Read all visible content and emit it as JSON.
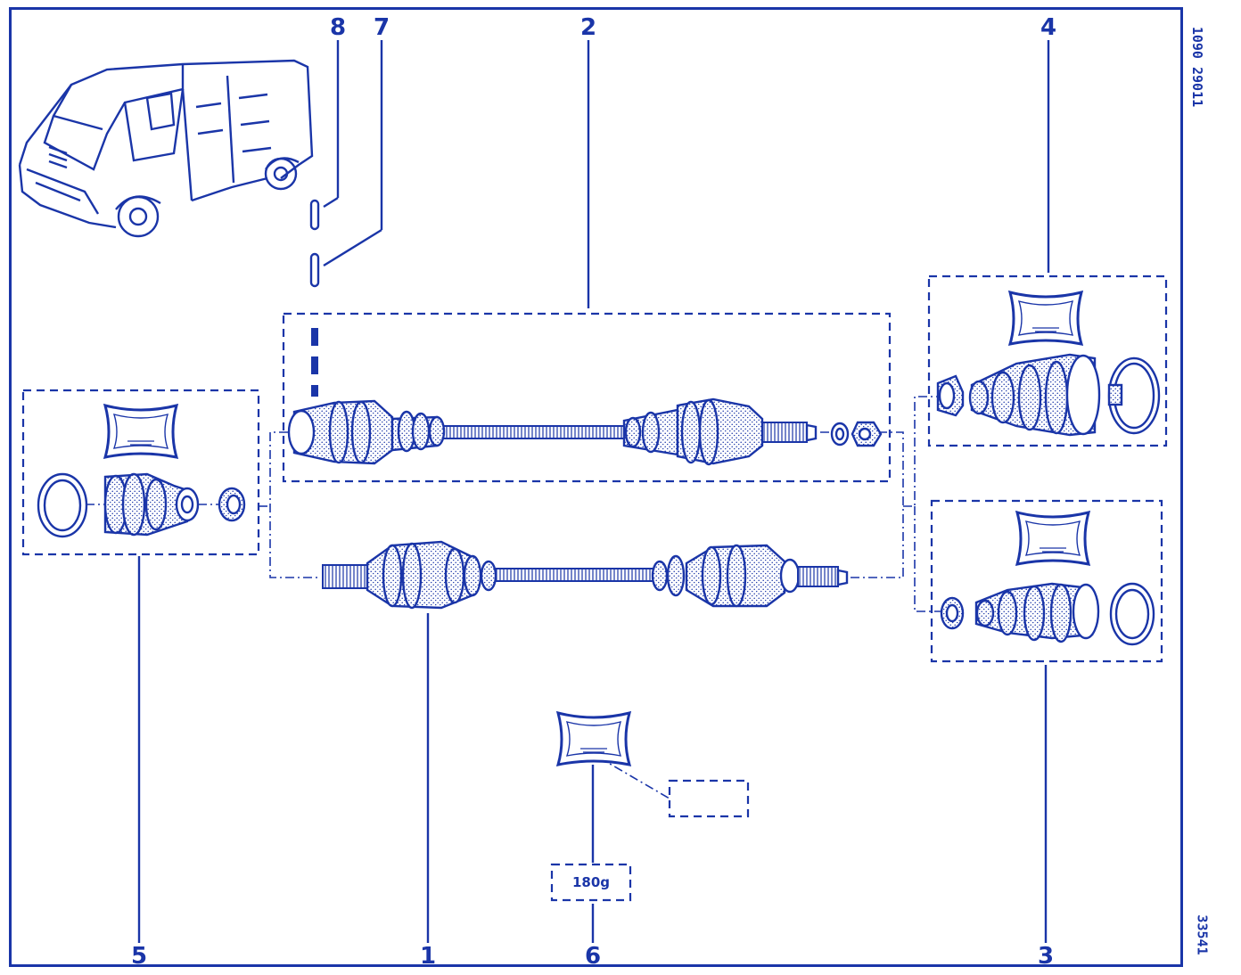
{
  "drawing": {
    "reference_top": "1090  29011",
    "reference_bottom": "33541",
    "grease_quantity": "180g"
  },
  "callouts": [
    {
      "id": "1",
      "label": "1"
    },
    {
      "id": "2",
      "label": "2"
    },
    {
      "id": "3",
      "label": "3"
    },
    {
      "id": "4",
      "label": "4"
    },
    {
      "id": "5",
      "label": "5"
    },
    {
      "id": "6",
      "label": "6"
    },
    {
      "id": "7",
      "label": "7"
    },
    {
      "id": "8",
      "label": "8"
    }
  ],
  "colors": {
    "ink": "#1a35a8",
    "paper": "#ffffff"
  },
  "icons": {
    "vehicle": "van-illustration-icon",
    "grease_packet": "grease-sachet-icon",
    "driveshaft": "driveshaft-icon",
    "boot": "cv-boot-icon",
    "clip": "retaining-clip-icon"
  }
}
